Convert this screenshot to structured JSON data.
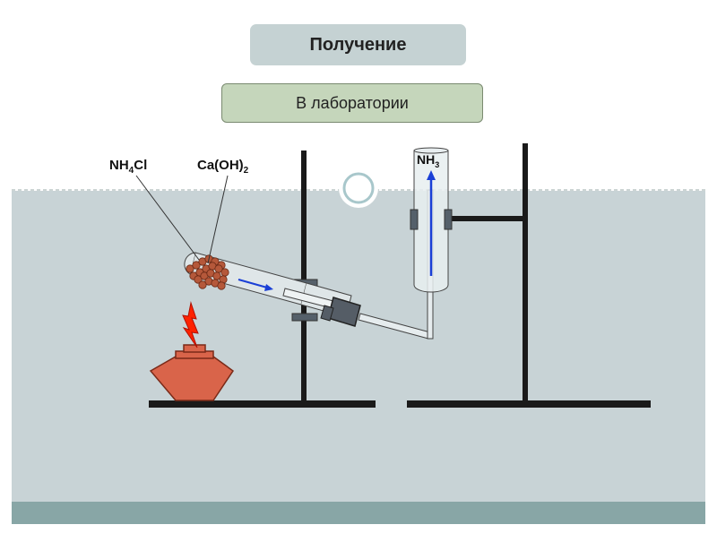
{
  "slide": {
    "title": "Получение",
    "subtitle": "В лаборатории"
  },
  "labels": {
    "reagent1": {
      "main": "NH",
      "sub": "4",
      "tail": "Cl"
    },
    "reagent2": {
      "main": "Ca(OH)",
      "sub": "2"
    },
    "product": {
      "main": "NH",
      "sub": "3"
    }
  },
  "colors": {
    "background_panel": "#c8d3d6",
    "bottom_band": "#88a6a6",
    "title_box": "#c5d2d3",
    "subtitle_box": "#c5d6bb",
    "flame": "#ff2200",
    "burner": "#d9644a",
    "granules": "#b5583a",
    "arrow": "#1a3fd6",
    "stand": "#1a1a1a",
    "clamp": "#55606a"
  }
}
